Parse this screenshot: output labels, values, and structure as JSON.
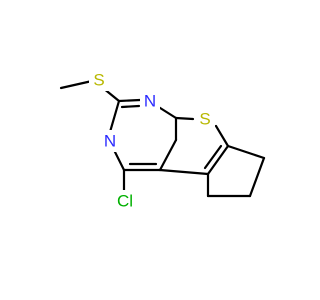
{
  "molecule": {
    "atoms": [
      {
        "id": "S1",
        "label": "S",
        "color": "#b8b800"
      },
      {
        "id": "N1",
        "label": "N",
        "color": "#2b2bff"
      },
      {
        "id": "N2",
        "label": "N",
        "color": "#2b2bff"
      },
      {
        "id": "S2",
        "label": "S",
        "color": "#b8b800"
      },
      {
        "id": "Cl",
        "label": "Cl",
        "color": "#00b000"
      }
    ]
  }
}
